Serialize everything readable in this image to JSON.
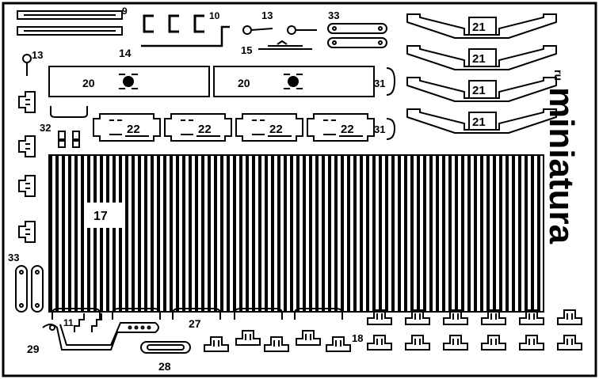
{
  "brand": {
    "name": "miniatura",
    "suffix": "ru"
  },
  "part_numbers": {
    "p9": "9",
    "p10": "10",
    "p11": "11",
    "p13a": "13",
    "p13b": "13",
    "p14": "14",
    "p15": "15",
    "p17": "17",
    "p18": "18",
    "p20a": "20",
    "p20b": "20",
    "p21a": "21",
    "p21b": "21",
    "p21c": "21",
    "p21d": "21",
    "p22a": "22",
    "p22b": "22",
    "p22c": "22",
    "p22d": "22",
    "p27": "27",
    "p28": "28",
    "p29": "29",
    "p31a": "31",
    "p31b": "31",
    "p32": "32",
    "p33a": "33",
    "p33b": "33"
  },
  "colors": {
    "metal": "#000000",
    "background": "#ffffff"
  }
}
